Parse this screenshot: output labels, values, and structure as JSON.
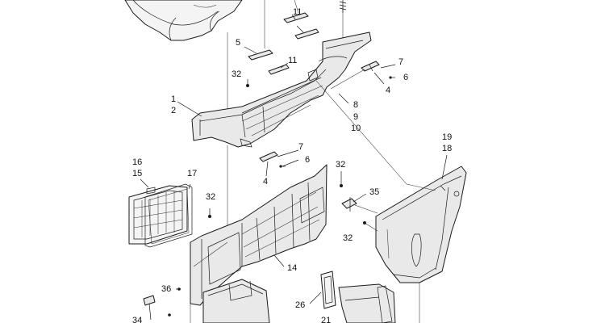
{
  "callouts": {
    "c1": "1",
    "c2": "2",
    "c4a": "4",
    "c4b": "4",
    "c5": "5",
    "c6a": "6",
    "c6b": "6",
    "c7a": "7",
    "c7b": "7",
    "c8": "8",
    "c9": "9",
    "c10": "10",
    "c11a": "11",
    "c11b": "11",
    "c14": "14",
    "c15": "15",
    "c16": "16",
    "c17": "17",
    "c18": "18",
    "c19": "19",
    "c21": "21",
    "c26": "26",
    "c32a": "32",
    "c32b": "32",
    "c32c": "32",
    "c32d": "32",
    "c34": "34",
    "c35": "35",
    "c36": "36"
  }
}
